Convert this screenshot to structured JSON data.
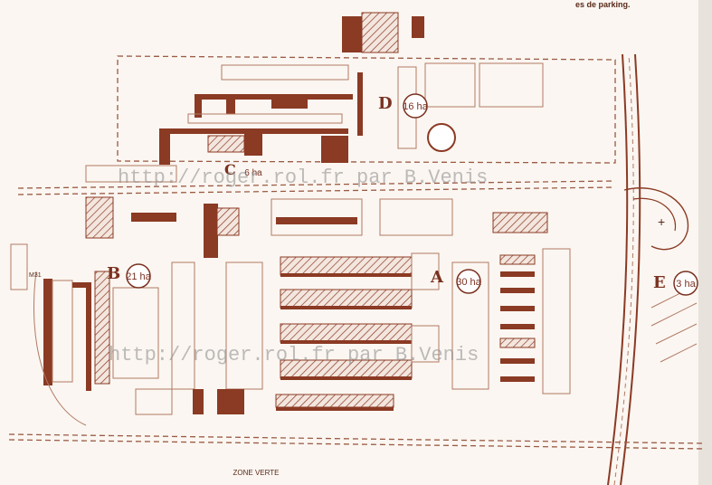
{
  "map": {
    "top_right_text": "es de parking.",
    "zones": [
      {
        "id": "A",
        "letter": "A",
        "area": "30 ha"
      },
      {
        "id": "B",
        "letter": "B",
        "area": "21 ha"
      },
      {
        "id": "C",
        "letter": "C",
        "area": "6 ha"
      },
      {
        "id": "D",
        "letter": "D",
        "area": "16 ha"
      },
      {
        "id": "E",
        "letter": "E",
        "area": "3 ha"
      }
    ],
    "watermark": "http://roger.rol.fr par B.Venis",
    "left_small_label": "M31",
    "bottom_caption": "ZONE VERTE"
  },
  "colors": {
    "ink": "#8b3a24",
    "paper": "#fbf6f1",
    "road": "#9a5a44"
  }
}
